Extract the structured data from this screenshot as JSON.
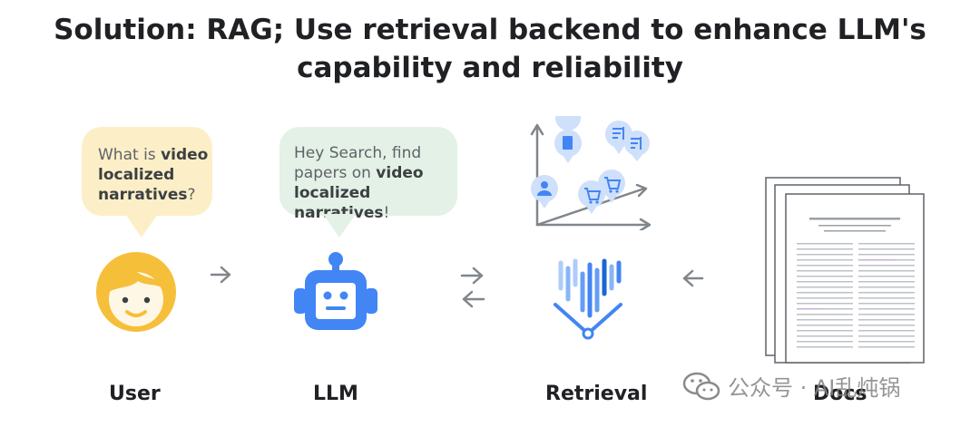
{
  "title": {
    "line1": "Solution: RAG; Use retrieval backend to enhance LLM's",
    "line2": "capability and reliability"
  },
  "user_bubble": {
    "line1_prefix": "What is ",
    "line1_bold": "video",
    "line2": "localized",
    "line3": "narratives",
    "line3_suffix": "?"
  },
  "llm_bubble": {
    "line1": "Hey Search, find",
    "line2_prefix": "papers on ",
    "line2_bold": "video",
    "line3_bold": "localized narratives",
    "line3_suffix": "!"
  },
  "labels": {
    "user": "User",
    "llm": "LLM",
    "retrieval": "Retrieval",
    "docs": "Docs"
  },
  "icons": {
    "user": "smiling-face-icon",
    "llm": "robot-icon",
    "retrieval": "retrieval-funnel-icon",
    "embedding": "embedding-scatter-plot-icon",
    "docs": "paper-stack-icon"
  },
  "colors": {
    "user_face": "#f6bf3a",
    "robot": "#4285f4",
    "user_bubble": "#fcefc7",
    "llm_bubble": "#e3f1e6",
    "pin": "#cfe0fb",
    "arrow": "#80868b"
  },
  "watermark": {
    "text": "公众号 · AI乱炖锅"
  }
}
